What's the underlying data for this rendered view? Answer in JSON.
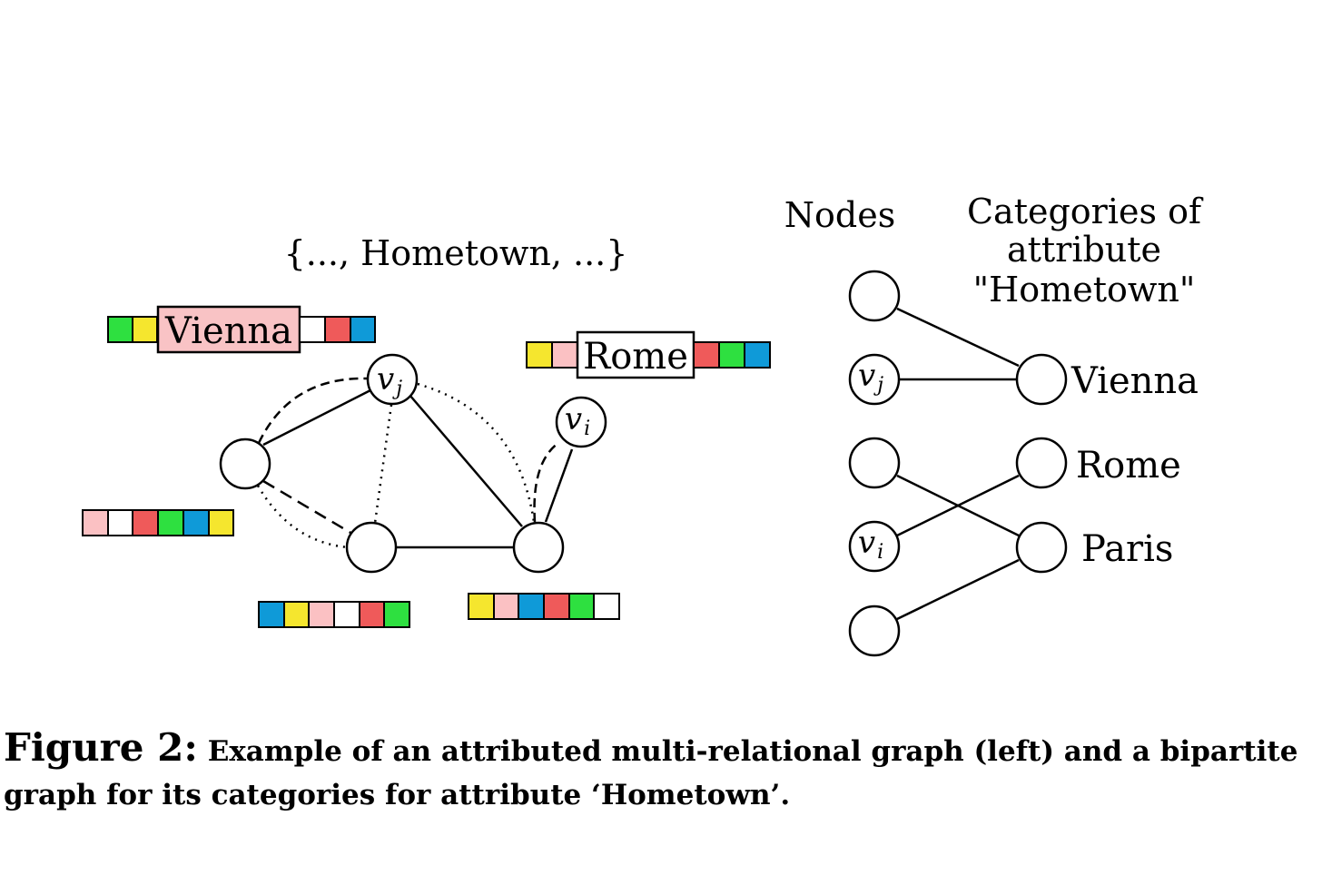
{
  "colors": {
    "green": "#2ee040",
    "yellow": "#f5e62e",
    "red": "#ef5a5a",
    "blue": "#0f9ad8",
    "pink": "#fbc1c3",
    "white": "#ffffff",
    "vienna_fill": "#f9c3c5"
  },
  "left_graph": {
    "attribute_set": "{..., Hometown, ...}",
    "vienna_label": "Vienna",
    "rome_label": "Rome",
    "node_vj": "v",
    "node_vj_sub": "j",
    "node_vi": "v",
    "node_vi_sub": "i"
  },
  "bipartite": {
    "nodes_header": "Nodes",
    "categories_header": [
      "Categories of",
      "attribute",
      "\"Hometown\""
    ],
    "node_vj": "v",
    "node_vj_sub": "j",
    "node_vi": "v",
    "node_vi_sub": "i",
    "categories": [
      "Vienna",
      "Rome",
      "Paris"
    ]
  },
  "caption": {
    "label": "Figure 2:",
    "text": "Example of an attributed multi-relational graph (left) and a bipartite graph for its categories for attribute ‘Hometown’."
  }
}
